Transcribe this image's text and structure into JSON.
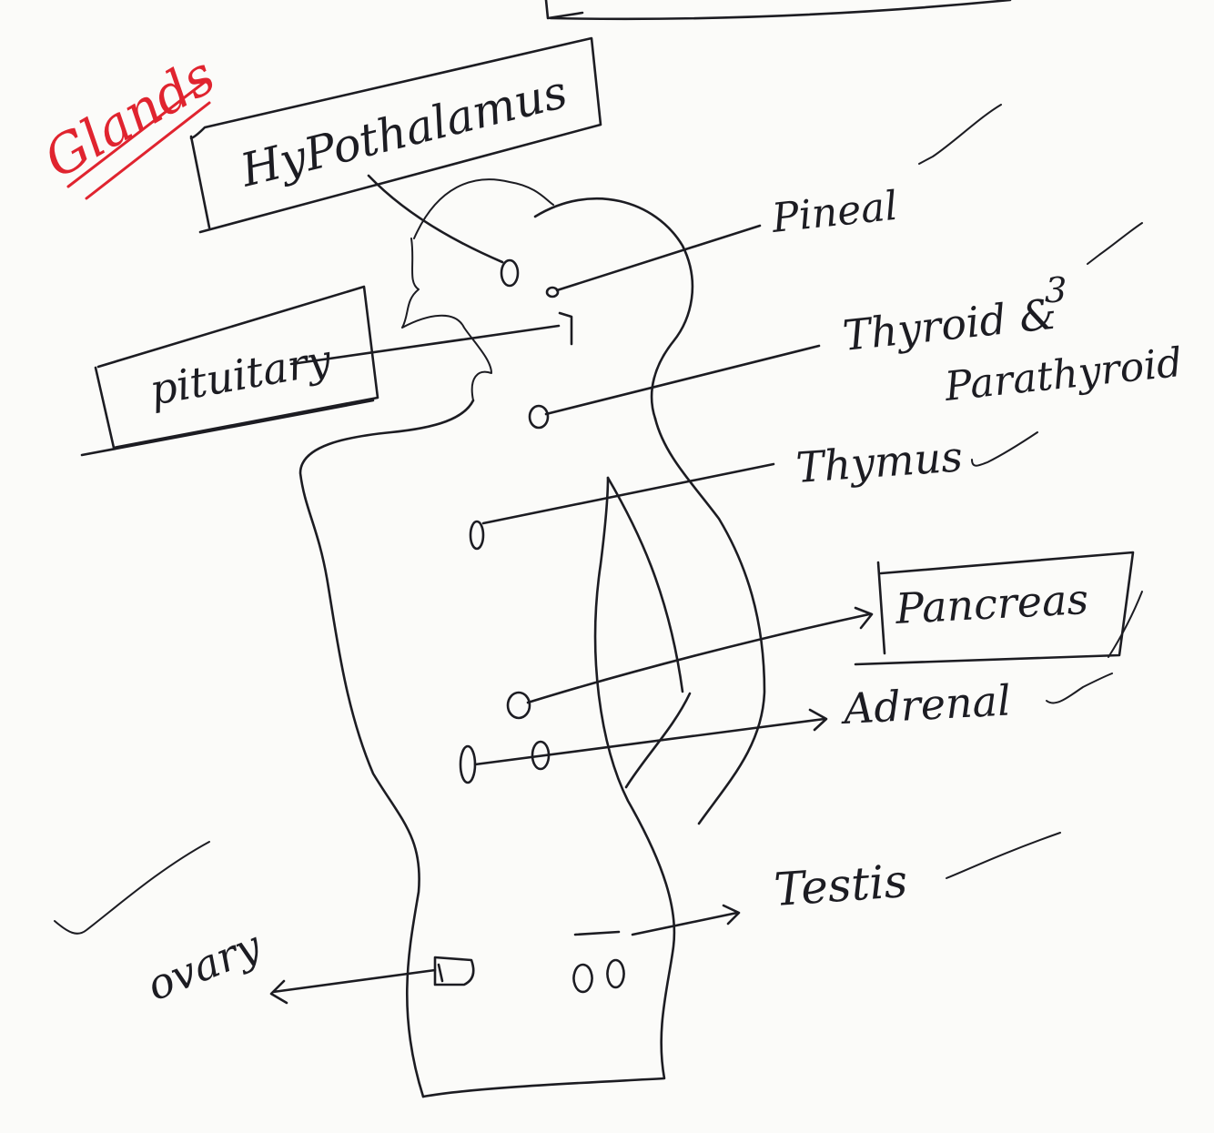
{
  "title": "Glands",
  "labels": {
    "hypothalamus": "HyPothalamus",
    "pineal": "Pineal",
    "pituitary": "pituitary",
    "thyroid": "Thyroid & ",
    "thyroid_note": "3",
    "parathyroid": "Parathyroid",
    "thymus": "Thymus",
    "pancreas": "Pancreas",
    "adrenal": "Adrenal",
    "testis": "Testis",
    "ovary": "ovary"
  },
  "colors": {
    "ink": "#1c1c22",
    "title": "#e0242f",
    "paper": "#fbfbf9"
  }
}
